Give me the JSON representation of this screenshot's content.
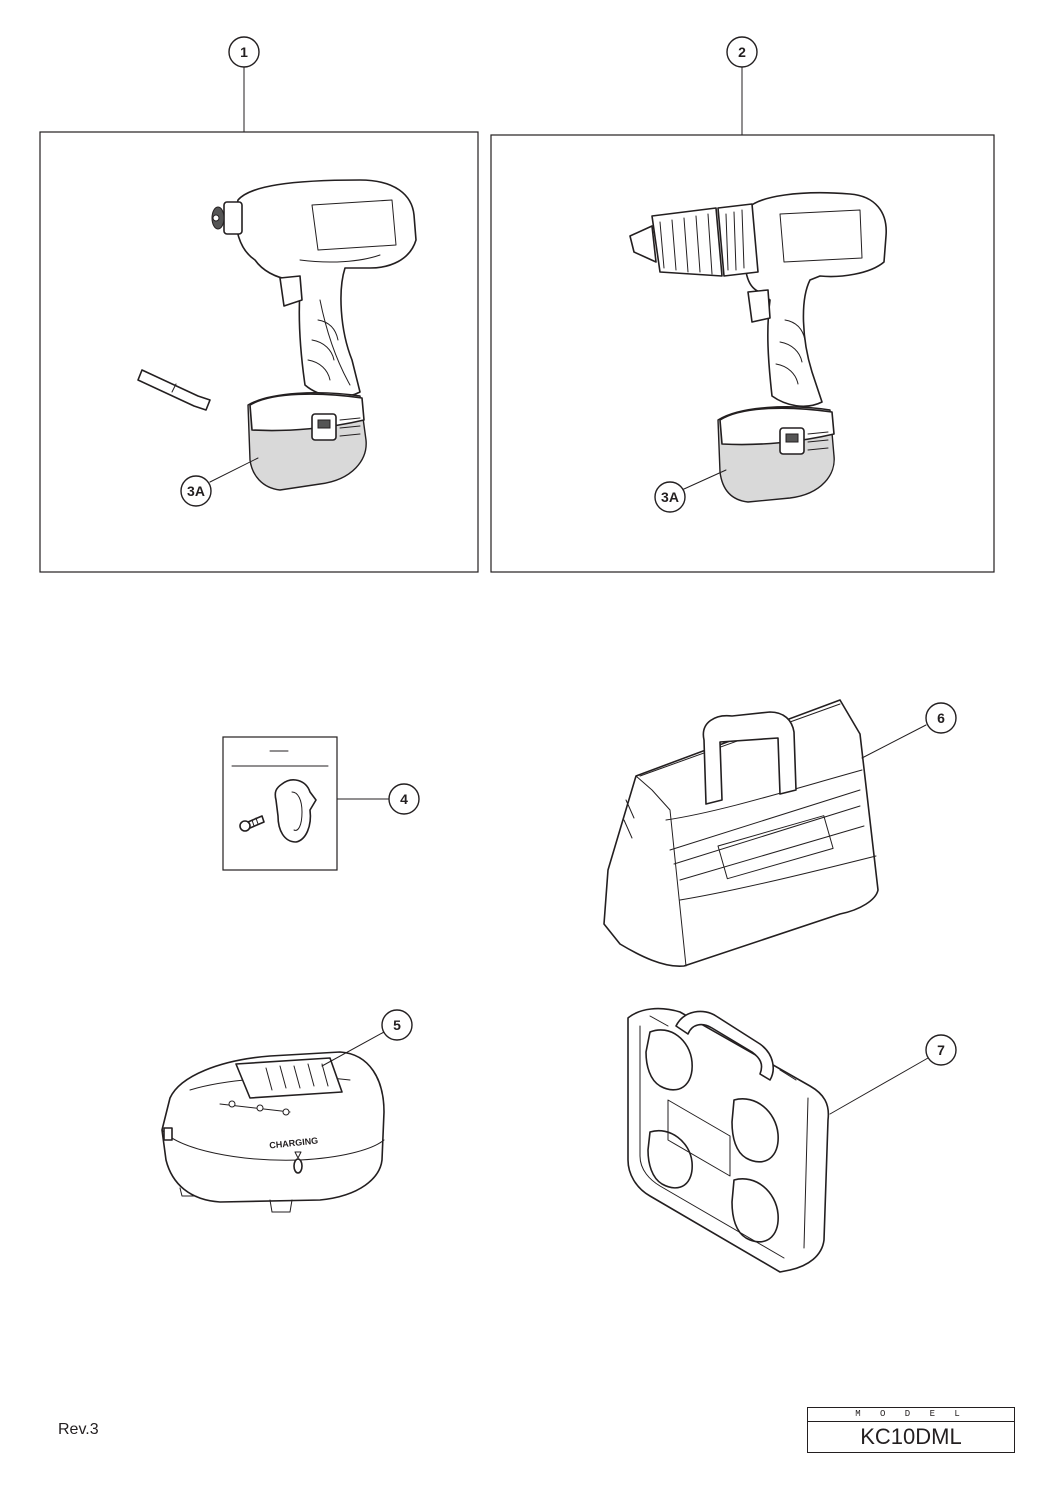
{
  "document": {
    "revision": "Rev.3",
    "model_label": "M O D E L",
    "model_value": "KC10DML"
  },
  "callouts": {
    "c1": "1",
    "c2": "2",
    "c3a_left": "3A",
    "c3a_right": "3A",
    "c4": "4",
    "c5": "5",
    "c6": "6",
    "c7": "7"
  },
  "charger": {
    "charging_label": "CHARGING"
  },
  "parts": [
    {
      "ref": "1",
      "icon": "impact-driver-icon"
    },
    {
      "ref": "2",
      "icon": "drill-driver-icon"
    },
    {
      "ref": "3A",
      "icon": "battery-icon"
    },
    {
      "ref": "4",
      "icon": "belt-hook-icon"
    },
    {
      "ref": "5",
      "icon": "charger-icon"
    },
    {
      "ref": "6",
      "icon": "tool-bag-icon"
    },
    {
      "ref": "7",
      "icon": "carrying-case-icon"
    }
  ]
}
